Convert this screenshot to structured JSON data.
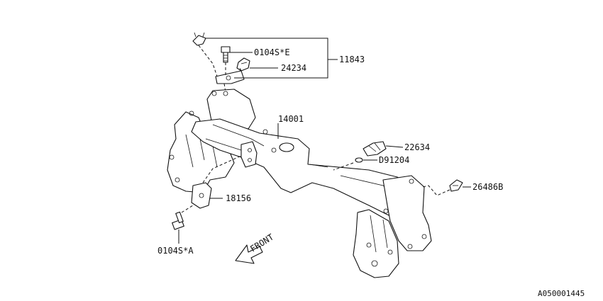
{
  "diagram": {
    "labels": {
      "p0104S_E": "0104S*E",
      "p24234": "24234",
      "p11843": "11843",
      "p14001": "14001",
      "p22634": "22634",
      "pD91204": "D91204",
      "p26486B": "26486B",
      "p18156": "18156",
      "p0104S_A": "0104S*A",
      "front": "FRONT",
      "ref": "A050001445"
    }
  }
}
